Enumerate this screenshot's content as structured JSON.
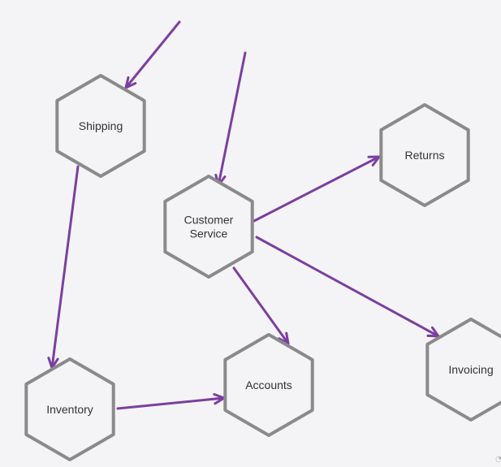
{
  "colors": {
    "background": "#f4f4f7",
    "node_stroke": "#8a8a8a",
    "edge": "#7b3fa0",
    "text": "#333333"
  },
  "nodes": [
    {
      "id": "shipping",
      "lines": [
        "Shipping"
      ]
    },
    {
      "id": "customer-service",
      "lines": [
        "Customer",
        "Service"
      ]
    },
    {
      "id": "returns",
      "lines": [
        "Returns"
      ]
    },
    {
      "id": "invoicing",
      "lines": [
        "Invoicing"
      ]
    },
    {
      "id": "inventory",
      "lines": [
        "Inventory"
      ]
    },
    {
      "id": "accounts",
      "lines": [
        "Accounts"
      ]
    }
  ],
  "edges": [
    {
      "from": "",
      "to": "shipping"
    },
    {
      "from": "",
      "to": "customer-service"
    },
    {
      "from": "shipping",
      "to": "inventory"
    },
    {
      "from": "customer-service",
      "to": "returns"
    },
    {
      "from": "customer-service",
      "to": "invoicing"
    },
    {
      "from": "customer-service",
      "to": "accounts"
    },
    {
      "from": "inventory",
      "to": "accounts"
    }
  ]
}
